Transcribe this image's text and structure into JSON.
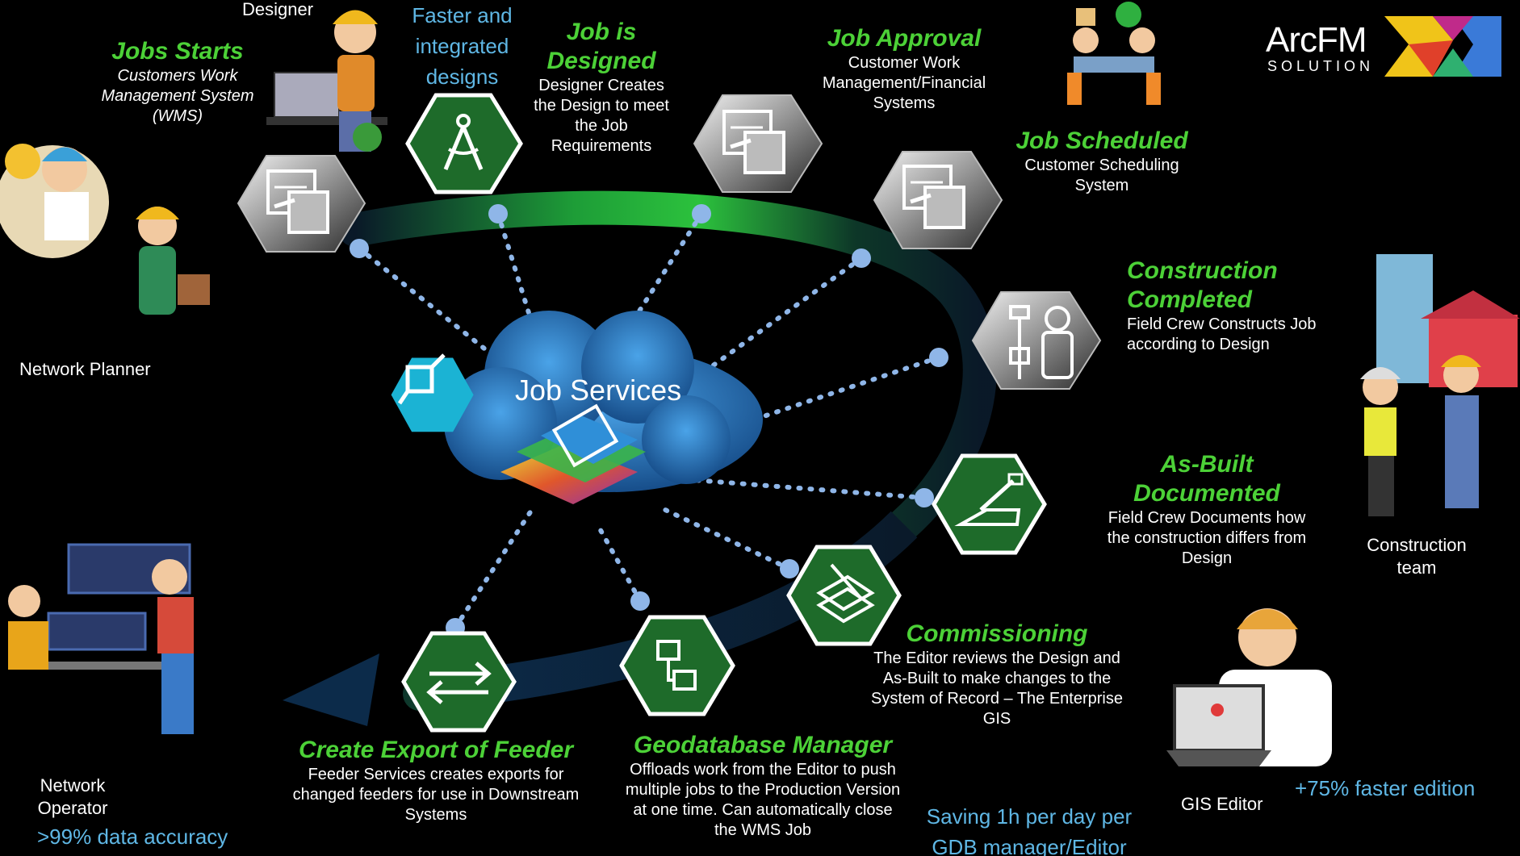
{
  "brand": {
    "logo_main": "ArcFM",
    "logo_sub": "SOLUTION",
    "logo_mark": "XI"
  },
  "center": {
    "label": "Job Services",
    "icon": "workflow-icon"
  },
  "stages": {
    "jobs_starts": {
      "title": "Jobs Starts",
      "desc_lines": [
        "Customers Work",
        "Management System",
        "(WMS)"
      ],
      "icon": "form-edit-icon"
    },
    "job_designed": {
      "title_lines": [
        "Job is",
        "Designed"
      ],
      "desc_lines": [
        "Designer Creates",
        "the Design to meet",
        "the Job",
        "Requirements"
      ],
      "icon": "compass-icon"
    },
    "job_approval": {
      "title": "Job Approval",
      "desc_lines": [
        "Customer Work",
        "Management/Financial",
        "Systems"
      ],
      "icon": "form-edit-icon"
    },
    "job_scheduled": {
      "title": "Job Scheduled",
      "desc_lines": [
        "Customer Scheduling",
        "System"
      ],
      "icon": "form-edit-icon"
    },
    "construction_completed": {
      "title_lines": [
        "Construction",
        "Completed"
      ],
      "desc_lines": [
        "Field Crew Constructs Job",
        "according to Design"
      ],
      "icon": "field-crew-icon"
    },
    "as_built": {
      "title_lines": [
        "As-Built",
        "Documented"
      ],
      "desc_lines": [
        "Field Crew Documents how",
        "the construction differs from",
        "Design"
      ],
      "icon": "bucket-truck-icon"
    },
    "commissioning": {
      "title": "Commissioning",
      "desc_lines": [
        "The Editor reviews the Design and",
        "As-Built to make changes to the",
        "System of Record – The Enterprise",
        "GIS"
      ],
      "icon": "layers-edit-icon"
    },
    "geodatabase_manager": {
      "title": "Geodatabase Manager",
      "desc_lines": [
        "Offloads work from the Editor to push",
        "multiple jobs to the Production Version",
        "at one time. Can automatically close",
        "the WMS Job"
      ],
      "icon": "database-flow-icon"
    },
    "create_export": {
      "title": "Create Export of Feeder",
      "desc_lines": [
        "Feeder Services creates exports for",
        "changed feeders for use in Downstream",
        "Systems"
      ],
      "icon": "exchange-arrows-icon"
    }
  },
  "roles": {
    "designer": "Designer",
    "network_planner": "Network Planner",
    "construction_team_lines": [
      "Construction",
      "team"
    ],
    "gis_editor": "GIS Editor",
    "network_operator_lines": [
      "Network",
      "Operator"
    ]
  },
  "stats": {
    "faster_designs_lines": [
      "Faster and",
      "integrated",
      "designs"
    ],
    "data_accuracy": ">99% data accuracy",
    "faster_edition": "+75% faster edition",
    "saving_lines": [
      "Saving 1h per day per",
      "GDB manager/Editor"
    ]
  },
  "colors": {
    "accent_green": "#4cd137",
    "stat_blue": "#5fb7e5",
    "hex_green": "#1e6b2a",
    "arc_green": "#2ecc40",
    "arc_navy": "#0c2b4a",
    "dot_blue": "#8fb6e8"
  }
}
